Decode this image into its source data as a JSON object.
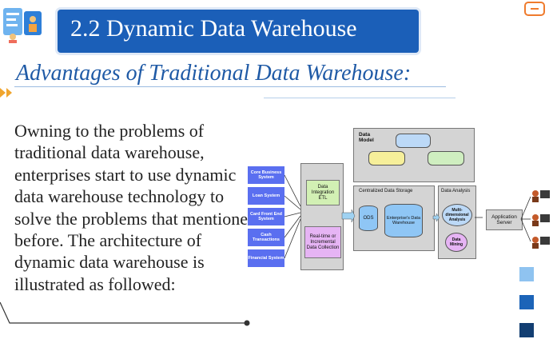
{
  "slide": {
    "title": "2.2 Dynamic Data Warehouse",
    "subtitle": "Advantages of Traditional Data Warehouse:",
    "body": "Owning to the problems of traditional data warehouse, enterprises start to use dynamic data warehouse technology to solve the problems that mentioned before. The architecture of dynamic data warehouse is illustrated as followed:"
  },
  "diagram": {
    "sources": [
      "Core Business System",
      "Loan System",
      "Card Front End System",
      "Cash Transactions",
      "Financial System"
    ],
    "integration_label": "Data Integration ETL",
    "realtime_label": "Real-time or Incremental Data Collection",
    "data_model_label": "Data Model",
    "storage_label": "Centralized Data Storage",
    "ods_label": "ODS",
    "edw_label": "Enterprise's Data Warehouse",
    "analysis_label": "Data Analysis",
    "multi_label": "Multi-dimensional Analysis",
    "mining_label": "Data Mining",
    "app_server_label": "Application Server"
  },
  "colors": {
    "title_bg": "#1b5fb8",
    "subtitle": "#1f5aa6",
    "source_box": "#5a6ff0",
    "square_light": "#8fc3f0",
    "square_mid": "#1c64b8",
    "square_dark": "#123e72"
  },
  "icons": [
    "clipboard-people-icon",
    "close-window-icon",
    "double-arrow-icon",
    "user-at-computer-icon"
  ]
}
